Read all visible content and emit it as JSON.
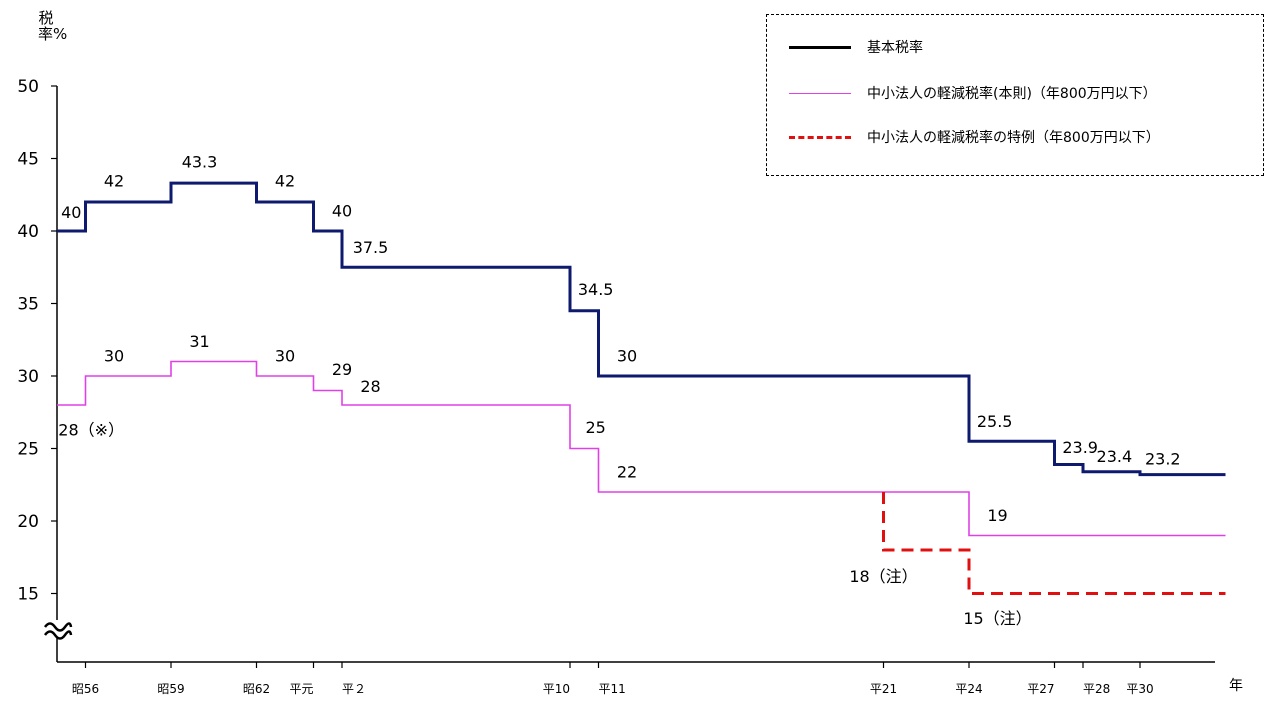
{
  "chart_data": {
    "type": "line",
    "step": true,
    "ylabel": "税率%",
    "xlabel": "年",
    "ylim": [
      10,
      50
    ],
    "y_ticks": [
      50,
      45,
      40,
      35,
      30,
      25,
      20,
      15
    ],
    "y_axis_break": true,
    "grid": false,
    "legend_position": "top-right",
    "x_ticks": [
      {
        "year": 1981,
        "label": "昭56"
      },
      {
        "year": 1984,
        "label": "昭59"
      },
      {
        "year": 1987,
        "label": "昭62"
      },
      {
        "year": 1989,
        "label": "平元"
      },
      {
        "year": 1990,
        "label": "平２"
      },
      {
        "year": 1998,
        "label": "平10"
      },
      {
        "year": 1999,
        "label": "平11"
      },
      {
        "year": 2009,
        "label": "平21"
      },
      {
        "year": 2012,
        "label": "平24"
      },
      {
        "year": 2015,
        "label": "平27"
      },
      {
        "year": 2016,
        "label": "平28"
      },
      {
        "year": 2018,
        "label": "平30"
      }
    ],
    "series": [
      {
        "name": "基本税率",
        "color": "#0d1a6e",
        "style": "solid",
        "points": [
          {
            "x": 1980,
            "y": 40
          },
          {
            "x": 1981,
            "y": 42
          },
          {
            "x": 1984,
            "y": 43.3
          },
          {
            "x": 1987,
            "y": 42
          },
          {
            "x": 1989,
            "y": 40
          },
          {
            "x": 1990,
            "y": 37.5
          },
          {
            "x": 1998,
            "y": 34.5
          },
          {
            "x": 1999,
            "y": 30
          },
          {
            "x": 2012,
            "y": 25.5
          },
          {
            "x": 2015,
            "y": 23.9
          },
          {
            "x": 2016,
            "y": 23.4
          },
          {
            "x": 2018,
            "y": 23.2
          }
        ],
        "x_end": 2021
      },
      {
        "name": "中小法人の軽減税率(本則)（年800万円以下）",
        "color": "#e040e8",
        "style": "solid",
        "points": [
          {
            "x": 1980,
            "y": 28
          },
          {
            "x": 1981,
            "y": 30
          },
          {
            "x": 1984,
            "y": 31
          },
          {
            "x": 1987,
            "y": 30
          },
          {
            "x": 1989,
            "y": 29
          },
          {
            "x": 1990,
            "y": 28
          },
          {
            "x": 1998,
            "y": 25
          },
          {
            "x": 1999,
            "y": 22
          },
          {
            "x": 2012,
            "y": 19
          }
        ],
        "x_end": 2021
      },
      {
        "name": "中小法人の軽減税率の特例（年800万円以下）",
        "color": "#e01010",
        "style": "dashed",
        "points": [
          {
            "x": 2009,
            "y": 22
          },
          {
            "x": 2009,
            "y": 18
          },
          {
            "x": 2012,
            "y": 15
          }
        ],
        "x_end": 2021
      }
    ],
    "data_labels": [
      {
        "text": "40",
        "x": 1980.5,
        "y": 41.3
      },
      {
        "text": "42",
        "x": 1982,
        "y": 43.5
      },
      {
        "text": "43.3",
        "x": 1985,
        "y": 44.8
      },
      {
        "text": "42",
        "x": 1988,
        "y": 43.5
      },
      {
        "text": "40",
        "x": 1990,
        "y": 41.4
      },
      {
        "text": "37.5",
        "x": 1991,
        "y": 38.9
      },
      {
        "text": "34.5",
        "x": 1998.9,
        "y": 36
      },
      {
        "text": "30",
        "x": 2000,
        "y": 31.4
      },
      {
        "text": "25.5",
        "x": 2012.9,
        "y": 26.9
      },
      {
        "text": "23.9",
        "x": 2015.9,
        "y": 25.1
      },
      {
        "text": "23.4",
        "x": 2017.1,
        "y": 24.5
      },
      {
        "text": "23.2",
        "x": 2018.8,
        "y": 24.3
      },
      {
        "text": "30",
        "x": 1982,
        "y": 31.4
      },
      {
        "text": "31",
        "x": 1985,
        "y": 32.4
      },
      {
        "text": "30",
        "x": 1988,
        "y": 31.4
      },
      {
        "text": "29",
        "x": 1990,
        "y": 30.5
      },
      {
        "text": "28",
        "x": 1991,
        "y": 29.3
      },
      {
        "text": "28（※）",
        "x": 1981.2,
        "y": 26.3
      },
      {
        "text": "25",
        "x": 1998.9,
        "y": 26.5
      },
      {
        "text": "22",
        "x": 2000,
        "y": 23.4
      },
      {
        "text": "19",
        "x": 2013,
        "y": 20.4
      },
      {
        "text": "18（注）",
        "x": 2009,
        "y": 16.2
      },
      {
        "text": "15（注）",
        "x": 2013,
        "y": 13.3
      }
    ]
  }
}
